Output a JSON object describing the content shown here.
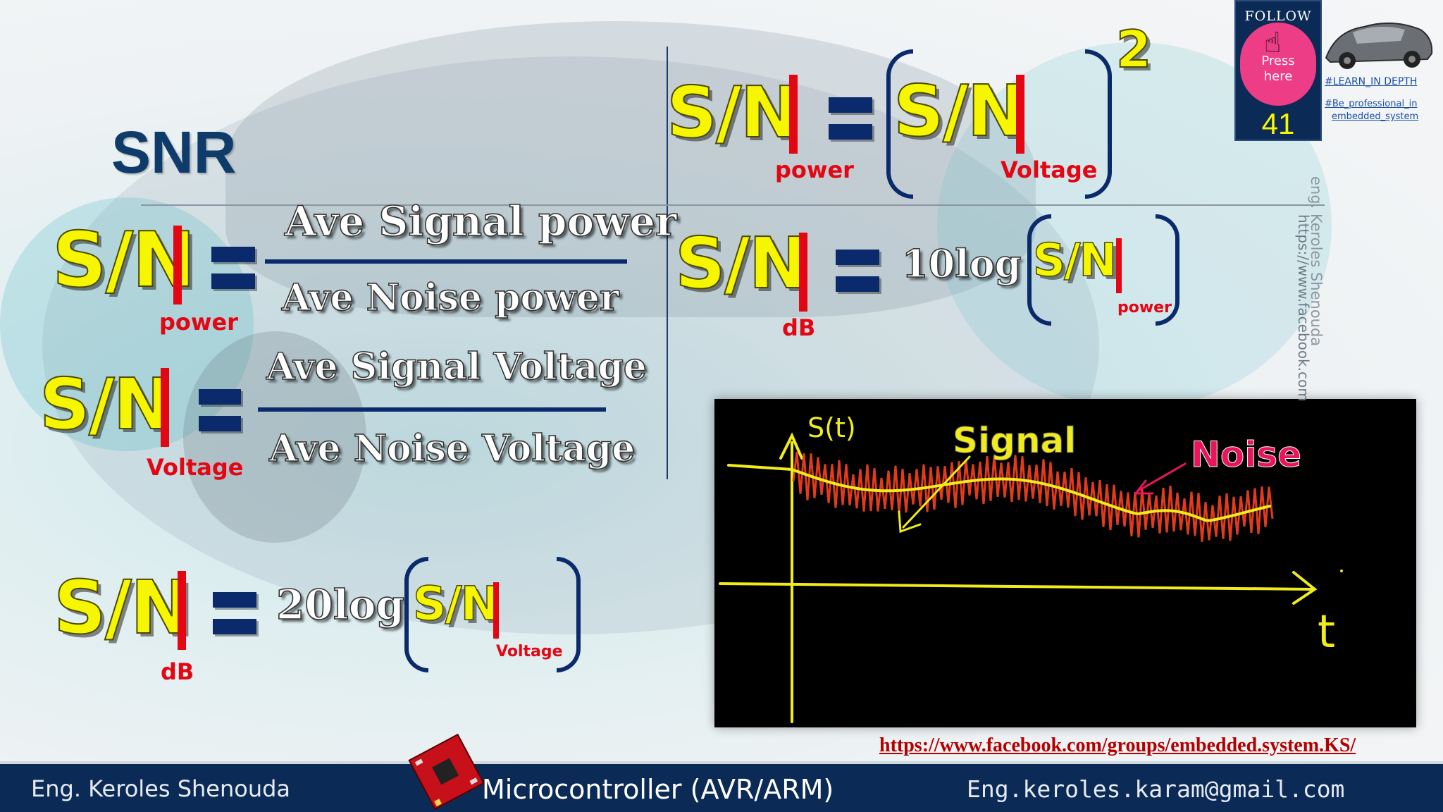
{
  "slide_number": "41",
  "title": "SNR",
  "sn_symbol": "S/N",
  "subscripts": {
    "power": "power",
    "voltage": "Voltage",
    "db": "dB"
  },
  "exponent": "2",
  "fractions": {
    "power_numerator": "Ave Signal power",
    "power_denominator": "Ave Noise power",
    "voltage_numerator": "Ave Signal Voltage",
    "voltage_denominator": "Ave Noise Voltage"
  },
  "log_labels": {
    "ten": "10log",
    "twenty": "20log"
  },
  "graph": {
    "y_label": "S(t)",
    "x_label": "t",
    "signal_label": "Signal",
    "noise_label": "Noise"
  },
  "follow": {
    "title": "FOLLOW US",
    "press": "Press",
    "here": "here"
  },
  "hashtags": {
    "learn": "#LEARN_IN DEPTH",
    "be_professional_1": "#Be_professional_in",
    "be_professional_2": "embedded_system"
  },
  "watermark": {
    "name": "eng. Keroles Shenouda",
    "url": "https://www.facebook.com"
  },
  "group_link": "https://www.facebook.com/groups/embedded.system.KS/",
  "footer": {
    "author": "Eng. Keroles Shenouda",
    "course": "Microcontroller (AVR/ARM)",
    "email": "Eng.keroles.karam@gmail.com"
  },
  "colors": {
    "formula_yellow": "#f6f600",
    "red": "#e30613",
    "navy": "#0a2a6b",
    "signal_yellow": "#f0ec1c",
    "noise_red": "#e23a1a",
    "noise_label": "#e8155d"
  }
}
